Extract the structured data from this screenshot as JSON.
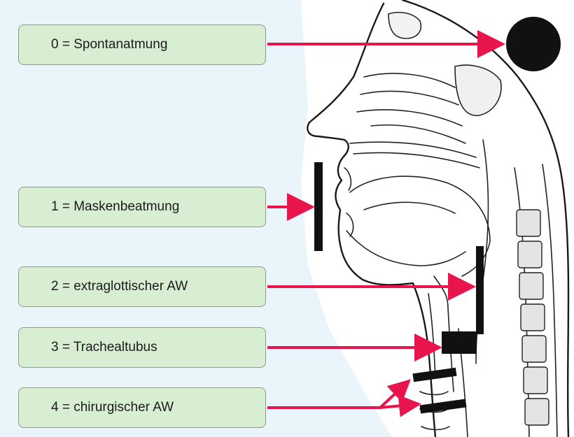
{
  "labels": [
    {
      "id": "0",
      "text": "0 = Spontanatmung"
    },
    {
      "id": "1",
      "text": "1 = Maskenbeatmung"
    },
    {
      "id": "2",
      "text": "2 = extraglottischer AW"
    },
    {
      "id": "3",
      "text": "3 = Trachealtubus"
    },
    {
      "id": "4",
      "text": "4 = chirurgischer AW"
    }
  ],
  "colors": {
    "background": "#e9f4fb",
    "box_fill": "#d8eed2",
    "arrow": "#e8144c",
    "marker": "#111111"
  }
}
